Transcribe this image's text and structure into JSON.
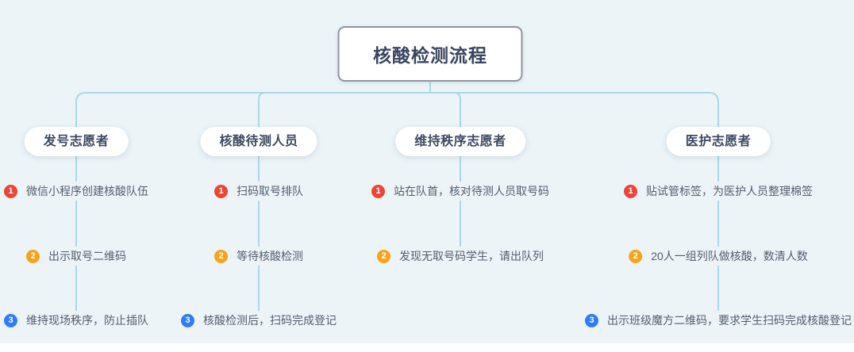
{
  "title": "核酸检测流程",
  "colors": {
    "background": "#ecf4f8",
    "connector_line": "#a9d9e9",
    "node_text": "#3d4a63",
    "item_text": "#555e6d",
    "badge_step1": "#ee4437",
    "badge_step2": "#f7a41c",
    "badge_step3": "#2e7cf6"
  },
  "branches": [
    {
      "header": "发号志愿者",
      "items": [
        {
          "num": "1",
          "badge_color": "#ee4437",
          "text": "微信小程序创建核酸队伍"
        },
        {
          "num": "2",
          "badge_color": "#f7a41c",
          "text": "出示取号二维码"
        },
        {
          "num": "3",
          "badge_color": "#2e7cf6",
          "text": "维持现场秩序，防止插队"
        }
      ]
    },
    {
      "header": "核酸待测人员",
      "items": [
        {
          "num": "1",
          "badge_color": "#ee4437",
          "text": "扫码取号排队"
        },
        {
          "num": "2",
          "badge_color": "#f7a41c",
          "text": "等待核酸检测"
        },
        {
          "num": "3",
          "badge_color": "#2e7cf6",
          "text": "核酸检测后，扫码完成登记"
        }
      ]
    },
    {
      "header": "维持秩序志愿者",
      "items": [
        {
          "num": "1",
          "badge_color": "#ee4437",
          "text": "站在队首，核对待测人员取号码"
        },
        {
          "num": "2",
          "badge_color": "#f7a41c",
          "text": "发现无取号码学生，请出队列"
        }
      ]
    },
    {
      "header": "医护志愿者",
      "items": [
        {
          "num": "1",
          "badge_color": "#ee4437",
          "text": "贴试管标签，为医护人员整理棉签"
        },
        {
          "num": "2",
          "badge_color": "#f7a41c",
          "text": "20人一组列队做核酸，数清人数"
        },
        {
          "num": "3",
          "badge_color": "#2e7cf6",
          "text": "出示班级魔方二维码，要求学生扫码完成核酸登记"
        }
      ]
    }
  ]
}
